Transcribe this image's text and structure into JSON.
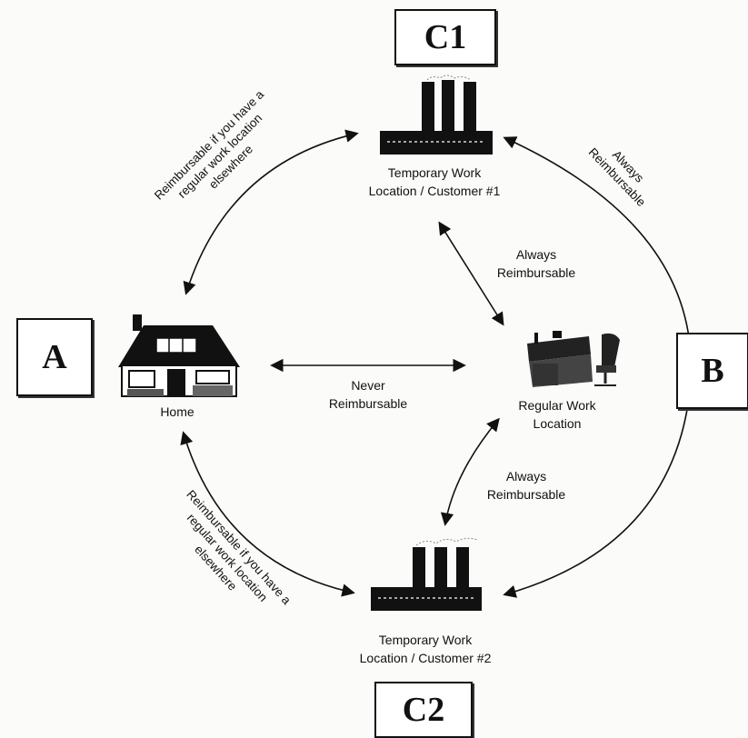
{
  "boxes": {
    "a": "A",
    "b": "B",
    "c1": "C1",
    "c2": "C2"
  },
  "nodes": {
    "home": "Home",
    "regular": "Regular Work\nLocation",
    "temp1": "Temporary Work\nLocation / Customer #1",
    "temp2": "Temporary Work\nLocation / Customer #2"
  },
  "edges": {
    "home_regular": "Never\nReimbursable",
    "temp1_regular": "Always\nReimbursable",
    "temp2_regular": "Always\nReimbursable",
    "temp1_temp2_right": "Always\nReimbursable",
    "home_temp1": "Reimbursable if you have a\nregular work location\nelsewhere",
    "home_temp2": "Reimbursable if you have a\nregular work location\nelsewhere"
  }
}
